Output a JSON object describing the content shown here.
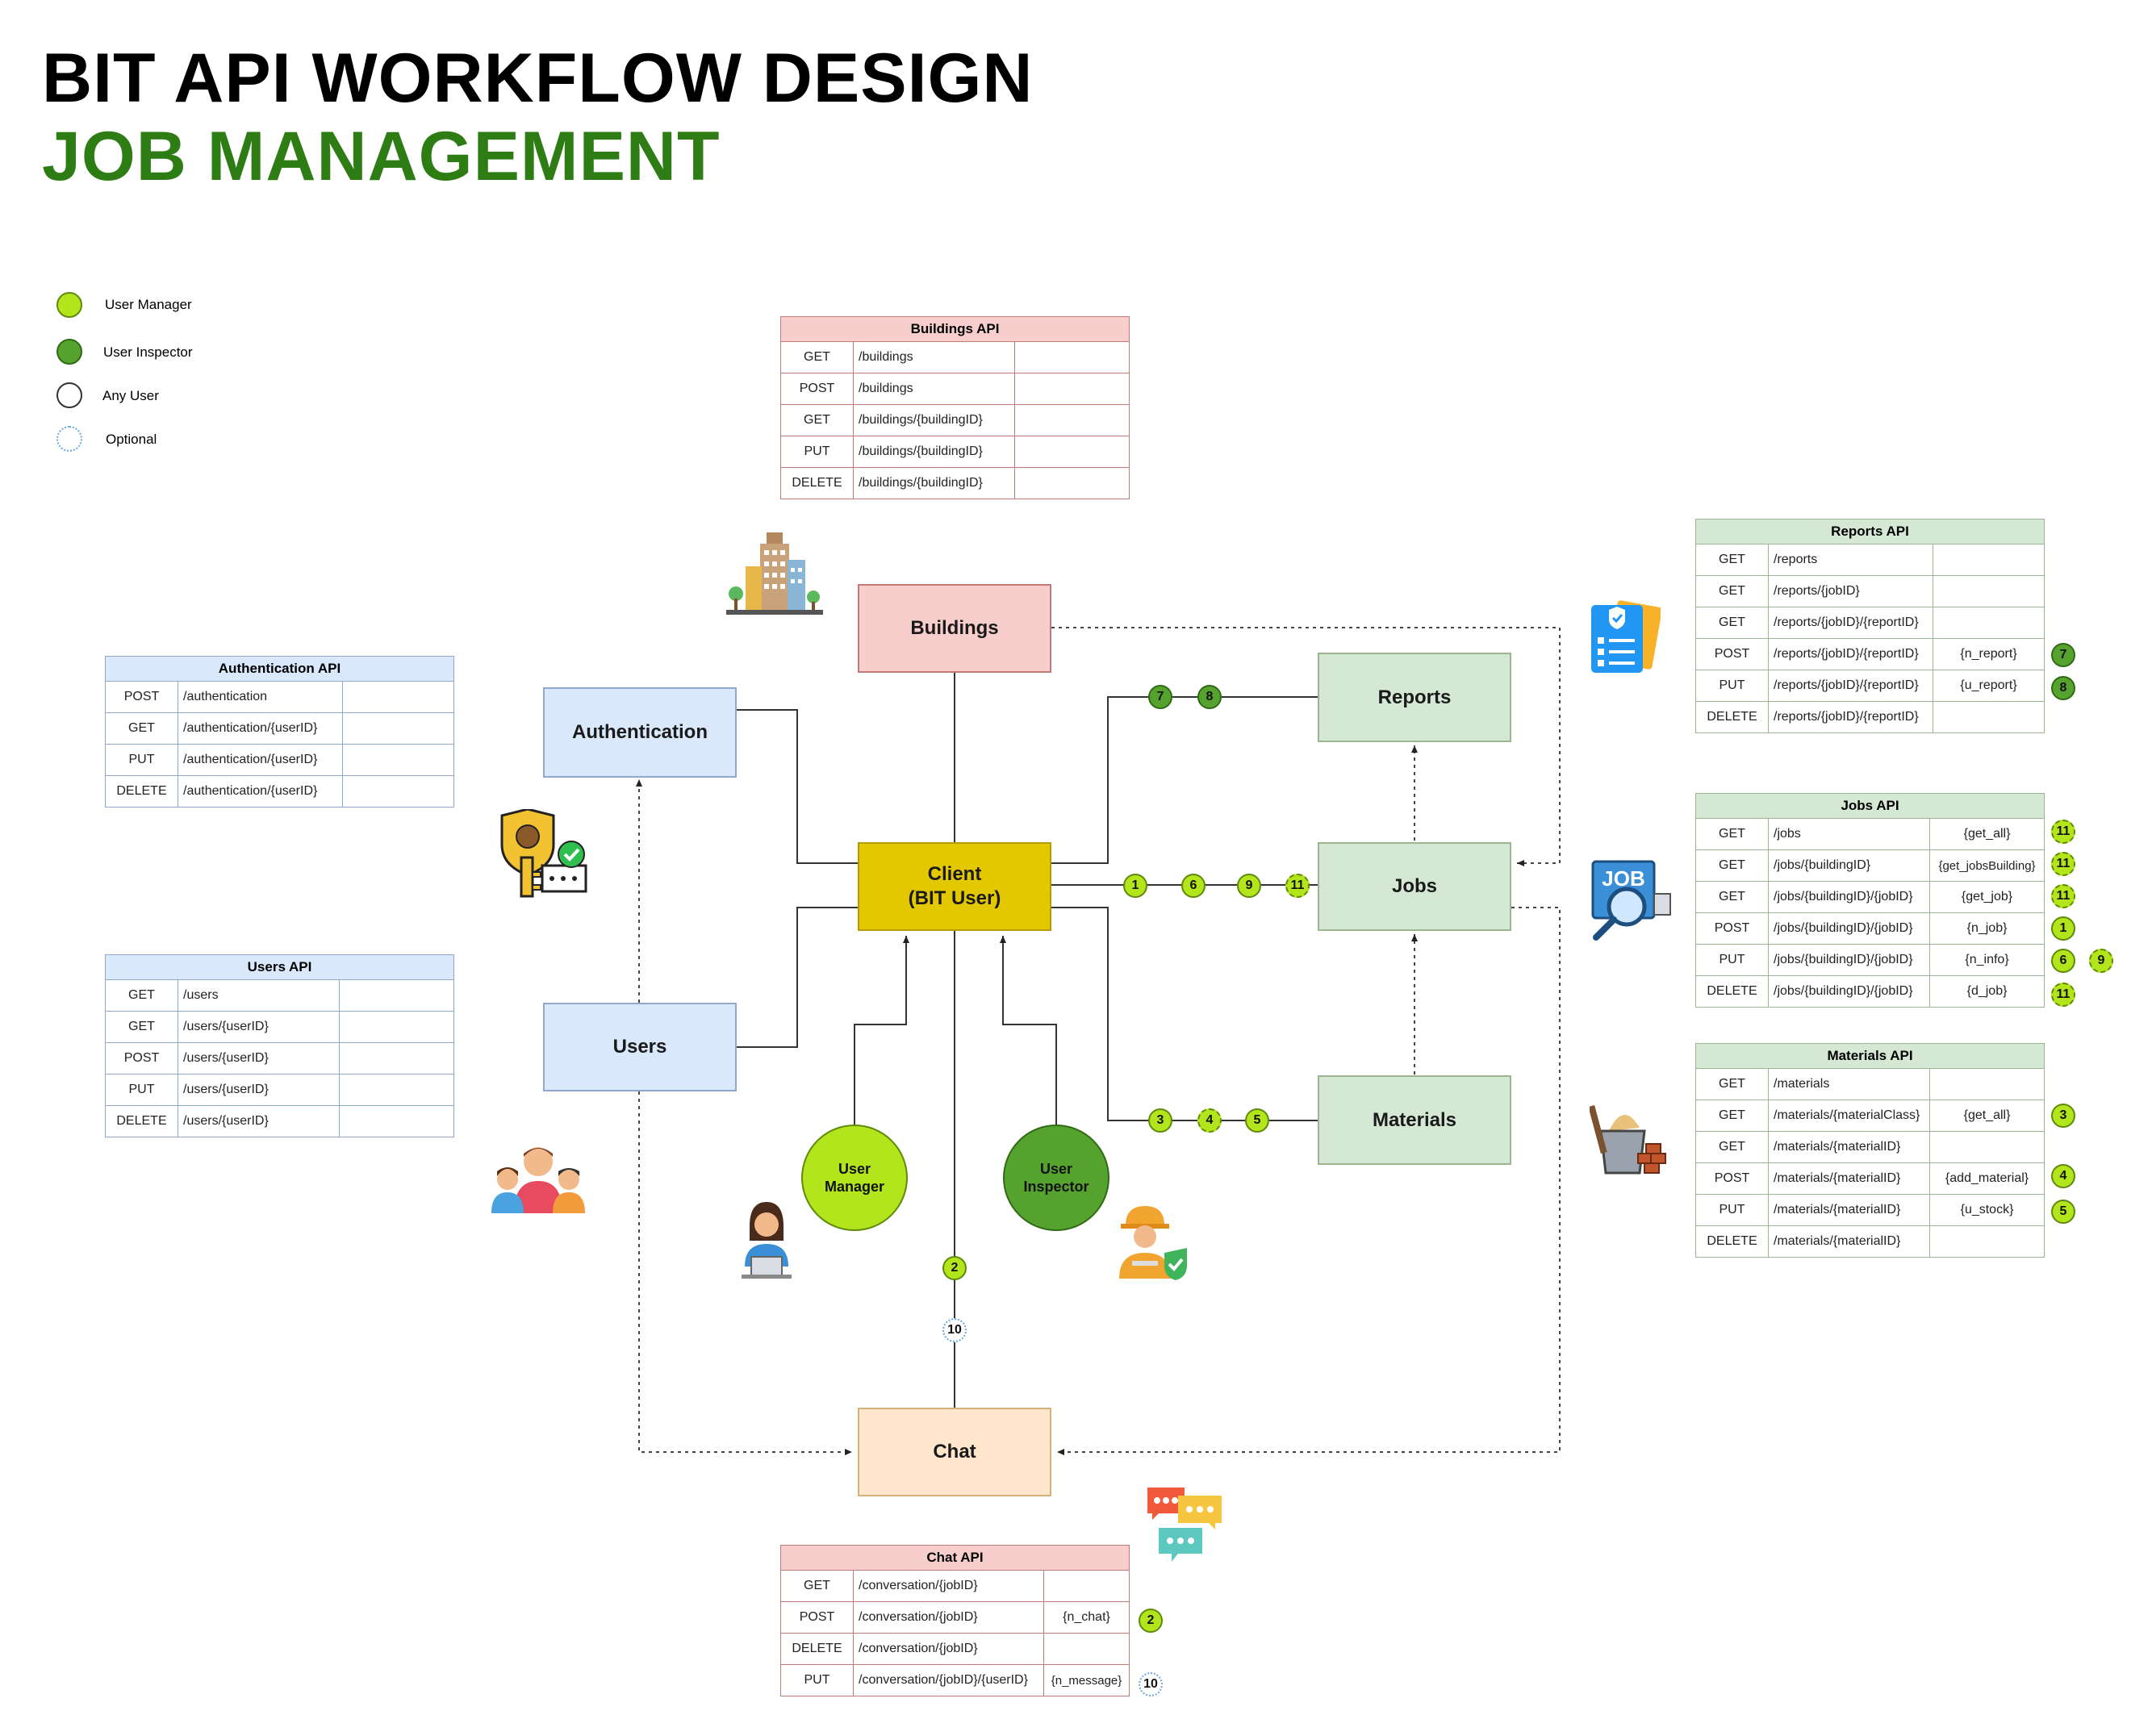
{
  "title": "BIT API WORKFLOW DESIGN",
  "subtitle": "JOB MANAGEMENT",
  "legend": [
    {
      "label": "User Manager",
      "style": "manager"
    },
    {
      "label": "User Inspector",
      "style": "inspector"
    },
    {
      "label": "Any User",
      "style": "any"
    },
    {
      "label": "Optional",
      "style": "optional"
    }
  ],
  "colors": {
    "manager": "#b2e51c",
    "inspector": "#56a22f",
    "title_green": "#2e7d14",
    "client": "#e3c800"
  },
  "nodes": {
    "buildings": "Buildings",
    "authentication": "Authentication",
    "users": "Users",
    "client_line1": "Client",
    "client_line2": "(BIT User)",
    "reports": "Reports",
    "jobs": "Jobs",
    "materials": "Materials",
    "chat": "Chat",
    "user_manager_line1": "User",
    "user_manager_line2": "Manager",
    "user_inspector_line1": "User",
    "user_inspector_line2": "Inspector"
  },
  "edge_badges": {
    "reports": [
      "7",
      "8"
    ],
    "jobs": [
      "1",
      "6",
      "9",
      "11"
    ],
    "materials": [
      "3",
      "4",
      "5"
    ],
    "chat": [
      "2",
      "10"
    ]
  },
  "apis": {
    "buildings": {
      "title": "Buildings API",
      "rows": [
        {
          "method": "GET",
          "path": "/buildings",
          "value": ""
        },
        {
          "method": "POST",
          "path": "/buildings",
          "value": ""
        },
        {
          "method": "GET",
          "path": "/buildings/{buildingID}",
          "value": ""
        },
        {
          "method": "PUT",
          "path": "/buildings/{buildingID}",
          "value": ""
        },
        {
          "method": "DELETE",
          "path": "/buildings/{buildingID}",
          "value": ""
        }
      ]
    },
    "authentication": {
      "title": "Authentication API",
      "rows": [
        {
          "method": "POST",
          "path": "/authentication",
          "value": ""
        },
        {
          "method": "GET",
          "path": "/authentication/{userID}",
          "value": ""
        },
        {
          "method": "PUT",
          "path": "/authentication/{userID}",
          "value": ""
        },
        {
          "method": "DELETE",
          "path": "/authentication/{userID}",
          "value": ""
        }
      ]
    },
    "users": {
      "title": "Users API",
      "rows": [
        {
          "method": "GET",
          "path": "/users",
          "value": ""
        },
        {
          "method": "GET",
          "path": "/users/{userID}",
          "value": ""
        },
        {
          "method": "POST",
          "path": "/users/{userID}",
          "value": ""
        },
        {
          "method": "PUT",
          "path": "/users/{userID}",
          "value": ""
        },
        {
          "method": "DELETE",
          "path": "/users/{userID}",
          "value": ""
        }
      ]
    },
    "reports": {
      "title": "Reports API",
      "rows": [
        {
          "method": "GET",
          "path": "/reports",
          "value": ""
        },
        {
          "method": "GET",
          "path": "/reports/{jobID}",
          "value": ""
        },
        {
          "method": "GET",
          "path": "/reports/{jobID}/{reportID}",
          "value": ""
        },
        {
          "method": "POST",
          "path": "/reports/{jobID}/{reportID}",
          "value": "{n_report}",
          "badges": [
            "7"
          ]
        },
        {
          "method": "PUT",
          "path": "/reports/{jobID}/{reportID}",
          "value": "{u_report}",
          "badges": [
            "8"
          ]
        },
        {
          "method": "DELETE",
          "path": "/reports/{jobID}/{reportID}",
          "value": ""
        }
      ]
    },
    "jobs": {
      "title": "Jobs API",
      "rows": [
        {
          "method": "GET",
          "path": "/jobs",
          "value": "{get_all}",
          "badges": [
            "11"
          ]
        },
        {
          "method": "GET",
          "path": "/jobs/{buildingID}",
          "value": "{get_jobsBuilding}",
          "badges": [
            "11"
          ]
        },
        {
          "method": "GET",
          "path": "/jobs/{buildingID}/{jobID}",
          "value": "{get_job}",
          "badges": [
            "11"
          ]
        },
        {
          "method": "POST",
          "path": "/jobs/{buildingID}/{jobID}",
          "value": "{n_job}",
          "badges": [
            "1"
          ]
        },
        {
          "method": "PUT",
          "path": "/jobs/{buildingID}/{jobID}",
          "value": "{n_info}",
          "badges": [
            "6",
            "9"
          ]
        },
        {
          "method": "DELETE",
          "path": "/jobs/{buildingID}/{jobID}",
          "value": "{d_job}",
          "badges": [
            "11"
          ]
        }
      ]
    },
    "materials": {
      "title": "Materials API",
      "rows": [
        {
          "method": "GET",
          "path": "/materials",
          "value": ""
        },
        {
          "method": "GET",
          "path": "/materials/{materialClass}",
          "value": "{get_all}",
          "badges": [
            "3"
          ]
        },
        {
          "method": "GET",
          "path": "/materials/{materialID}",
          "value": ""
        },
        {
          "method": "POST",
          "path": "/materials/{materialID}",
          "value": "{add_material}",
          "badges": [
            "4"
          ]
        },
        {
          "method": "PUT",
          "path": "/materials/{materialID}",
          "value": "{u_stock}",
          "badges": [
            "5"
          ]
        },
        {
          "method": "DELETE",
          "path": "/materials/{materialID}",
          "value": ""
        }
      ]
    },
    "chat": {
      "title": "Chat API",
      "rows": [
        {
          "method": "GET",
          "path": "/conversation/{jobID}",
          "value": ""
        },
        {
          "method": "POST",
          "path": "/conversation/{jobID}",
          "value": "{n_chat}",
          "badges": [
            "2"
          ]
        },
        {
          "method": "DELETE",
          "path": "/conversation/{jobID}",
          "value": ""
        },
        {
          "method": "PUT",
          "path": "/conversation/{jobID}/{userID}",
          "value": "{n_message}",
          "badges": [
            "10"
          ]
        }
      ]
    }
  },
  "icons": [
    "buildings-icon",
    "security-key-icon",
    "team-icon",
    "office-worker-icon",
    "construction-worker-icon",
    "report-checklist-icon",
    "job-search-icon",
    "construction-materials-icon",
    "chat-bubbles-icon"
  ]
}
